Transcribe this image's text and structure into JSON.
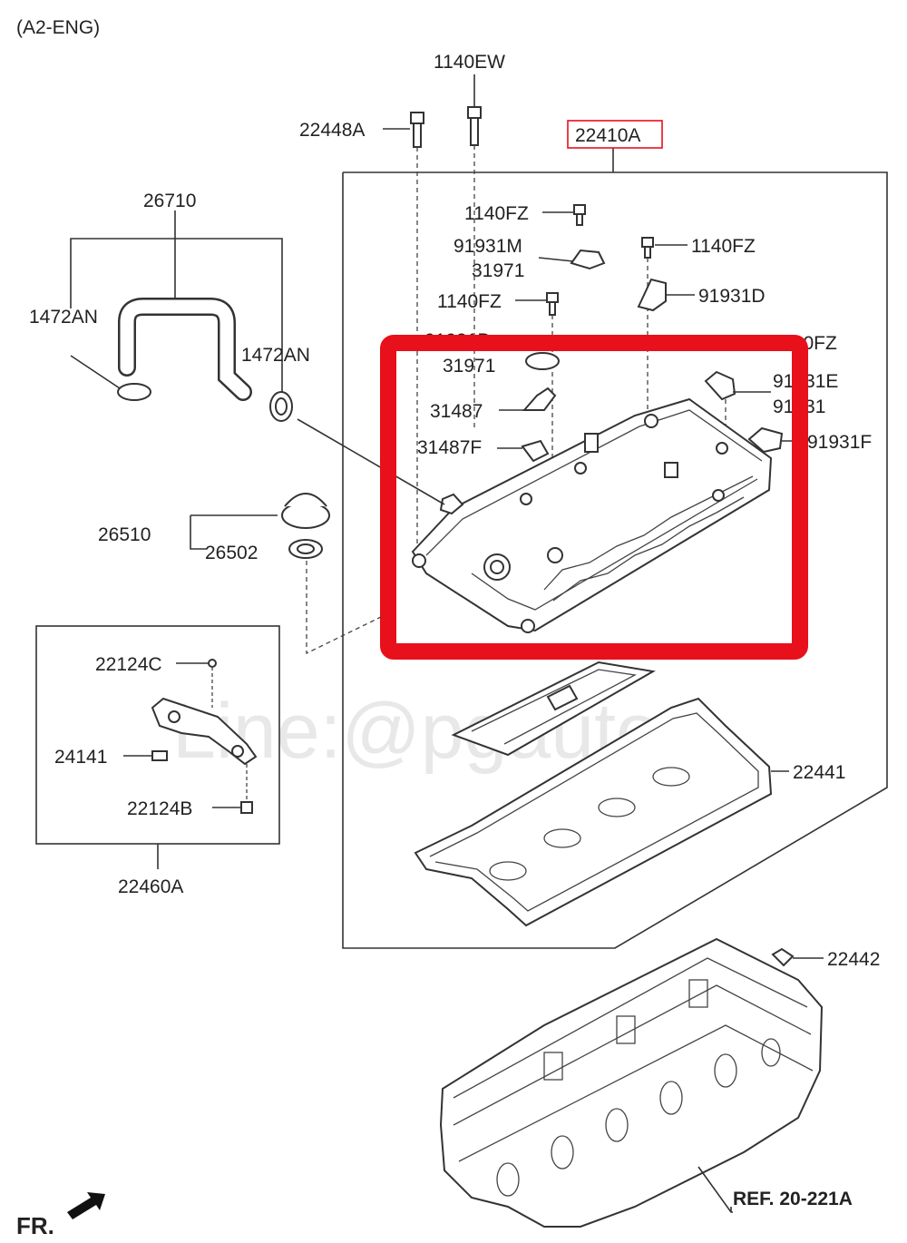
{
  "header": {
    "code": "(A2-ENG)"
  },
  "labels": {
    "p1140EW": "1140EW",
    "p22448A": "22448A",
    "p22410A": "22410A",
    "p1140FZ_a": "1140FZ",
    "p91931M": "91931M",
    "p31971_a": "31971",
    "p1140FZ_b": "1140FZ",
    "p91931D": "91931D",
    "p1140FZ_c": "1140FZ",
    "p91931B": "91931B",
    "p31971_b": "31971",
    "p1140FZ_d": "1140FZ",
    "p91931E": "91931E",
    "p91931": "91931",
    "p31487": "31487",
    "p31487F": "31487F",
    "p91931F": "91931F",
    "p26710": "26710",
    "p1472AN_a": "1472AN",
    "p1472AN_b": "1472AN",
    "p26510": "26510",
    "p26502": "26502",
    "p22124C": "22124C",
    "p24141": "24141",
    "p22124B": "22124B",
    "p22460A": "22460A",
    "p22441": "22441",
    "p22442": "22442",
    "ref": "REF. 20-221A",
    "fr": "FR."
  },
  "watermark": "Line:@pgauto",
  "colors": {
    "highlight": "#e8101a",
    "callout_box": "#e8101a",
    "line": "#333333"
  }
}
